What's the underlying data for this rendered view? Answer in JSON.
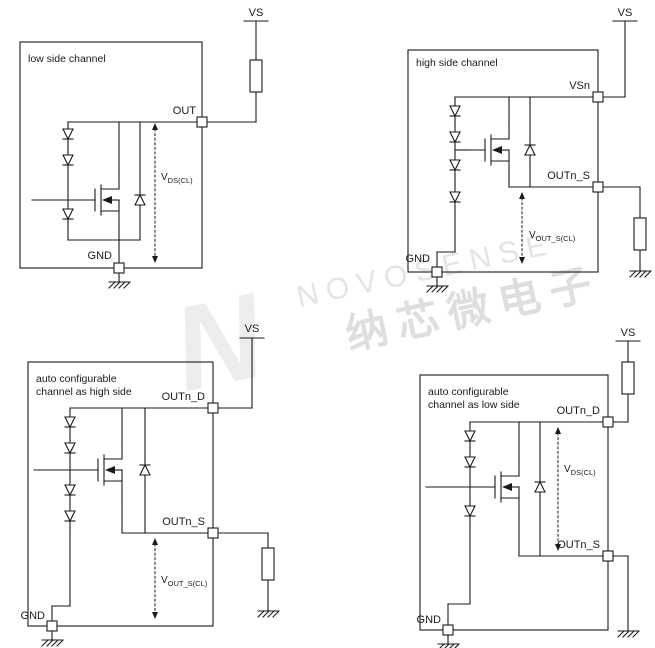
{
  "colors": {
    "line": "#1a1a1a",
    "background": "#ffffff",
    "watermark": "#d9d9d9"
  },
  "watermark": {
    "logo": "N",
    "brand": "NOVOSENSE",
    "cn": "纳芯微电子"
  },
  "panels": [
    {
      "title_lines": [
        "low side channel"
      ],
      "supply_label": "VS",
      "pin_top": "OUT",
      "pin_gnd": "GND",
      "meas": {
        "main": "V",
        "sub": "DS(CL)"
      }
    },
    {
      "title_lines": [
        "high side  channel"
      ],
      "supply_label": "VS",
      "pin_top": "VSn",
      "pin_mid": "OUTn_S",
      "pin_gnd": "GND",
      "meas": {
        "main": "V",
        "sub": "OUT_S(CL)"
      }
    },
    {
      "title_lines": [
        "auto configurable",
        "channel as high side"
      ],
      "supply_label": "VS",
      "pin_top": "OUTn_D",
      "pin_mid": "OUTn_S",
      "pin_gnd": "GND",
      "meas": {
        "main": "V",
        "sub": "OUT_S(CL)"
      }
    },
    {
      "title_lines": [
        "auto configurable",
        "channel as low side"
      ],
      "supply_label": "VS",
      "pin_top": "OUTn_D",
      "pin_mid": "OUTn_S",
      "pin_gnd": "GND",
      "meas": {
        "main": "V",
        "sub": "DS(CL)"
      }
    }
  ]
}
